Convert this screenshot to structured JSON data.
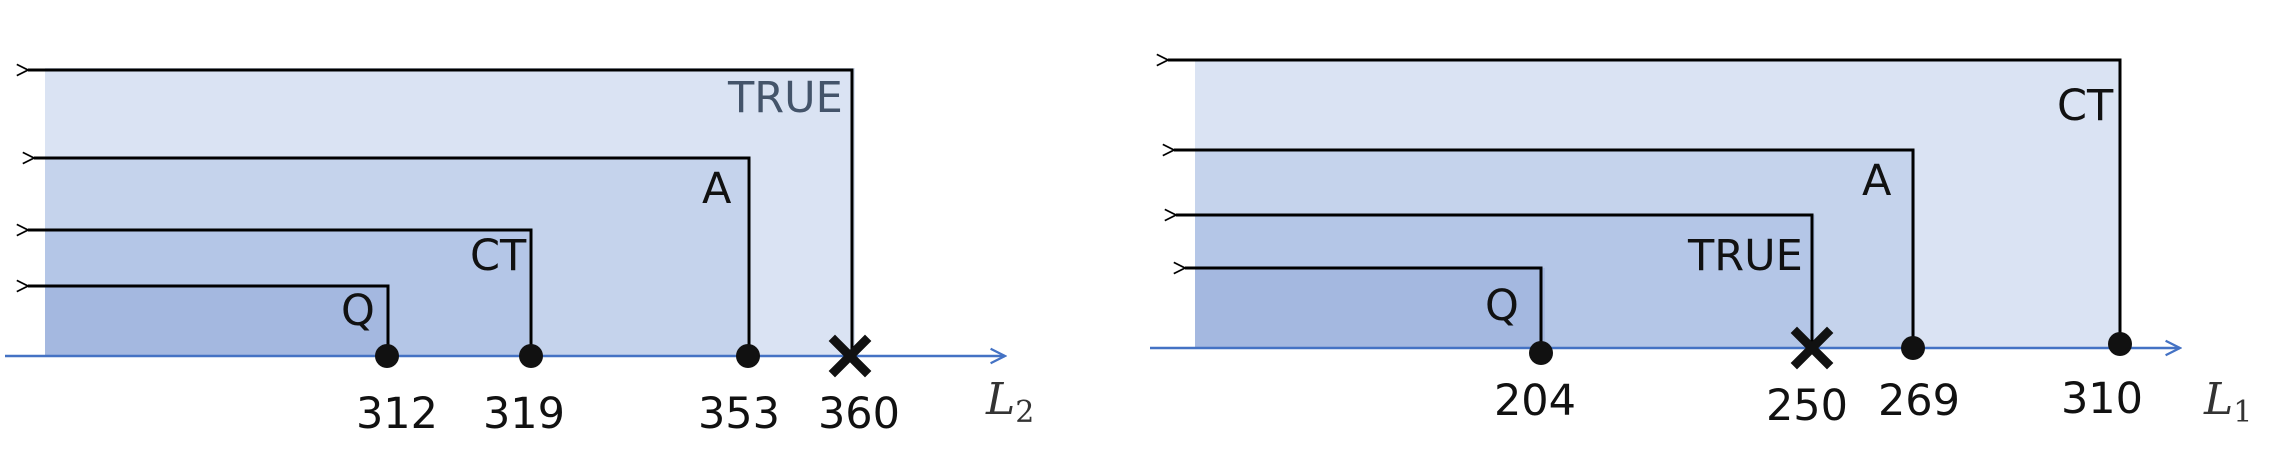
{
  "panels": [
    {
      "axis_label": "L",
      "axis_subscript": "2",
      "intervals": [
        {
          "label": "TRUE",
          "value": 360,
          "marker": "cross",
          "label_color": "#44546a"
        },
        {
          "label": "A",
          "value": 353,
          "marker": "dot",
          "label_color": "#111111"
        },
        {
          "label": "CT",
          "value": 319,
          "marker": "dot",
          "label_color": "#111111"
        },
        {
          "label": "Q",
          "value": 312,
          "marker": "dot",
          "label_color": "#111111"
        }
      ],
      "tick_labels": [
        "312",
        "319",
        "353",
        "360"
      ]
    },
    {
      "axis_label": "L",
      "axis_subscript": "1",
      "intervals": [
        {
          "label": "CT",
          "value": 310,
          "marker": "dot",
          "label_color": "#111111"
        },
        {
          "label": "A",
          "value": 269,
          "marker": "dot",
          "label_color": "#111111"
        },
        {
          "label": "TRUE",
          "value": 250,
          "marker": "cross",
          "label_color": "#111111"
        },
        {
          "label": "Q",
          "value": 204,
          "marker": "dot",
          "label_color": "#111111"
        }
      ],
      "tick_labels": [
        "204",
        "250",
        "269",
        "310"
      ]
    }
  ],
  "colors": {
    "axis": "#4472c4",
    "shade_light": "#dae3f3",
    "shade_mid": "#c5d3ec",
    "shade_dark": "#b4c6e7",
    "shade_darkest": "#a4b8e0",
    "stroke": "#000000"
  }
}
